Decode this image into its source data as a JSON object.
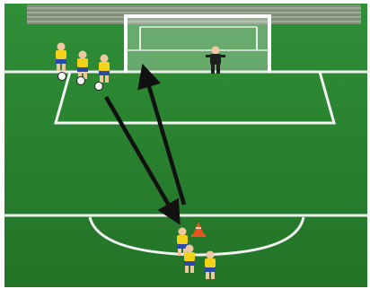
{
  "scene": {
    "background_colors": {
      "frame": "#ffffff",
      "grass_light": "#2e8a35",
      "grass_dark": "#267a2d",
      "stands": "#7f8f7a",
      "field_line": "#f2f2f2",
      "arrow": "#111111",
      "jersey": "#f2d21b",
      "shorts": "#2b4aa8",
      "keeper": "#1f1f1f",
      "cone": "#e8541f",
      "ball": "#f5f5f5"
    },
    "goal": {
      "label": "goal-net"
    },
    "players": {
      "attackers_left_count": 3,
      "attackers_bottom_count": 3
    },
    "icons": [
      "soccer-ball-icon",
      "cone-icon",
      "goalkeeper-icon",
      "player-icon",
      "arrow-icon"
    ]
  }
}
